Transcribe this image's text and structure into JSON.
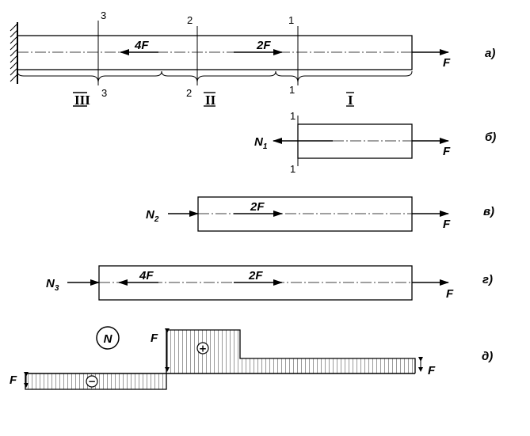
{
  "parts": {
    "a": "а)",
    "b": "б)",
    "v": "в)",
    "g": "г)",
    "d": "д)"
  },
  "forces": {
    "F": "F",
    "four_f": "4F",
    "two_f": "2F"
  },
  "internal": {
    "N_base": "N",
    "n1_sub": "1",
    "n2_sub": "2",
    "n3_sub": "3"
  },
  "sections": {
    "s1": "1",
    "s2": "2",
    "s3": "3"
  },
  "segments": {
    "I": "I",
    "II": "II",
    "III": "III"
  },
  "diagram": {
    "circle_label": "N",
    "plus": "+",
    "minus": "−"
  }
}
